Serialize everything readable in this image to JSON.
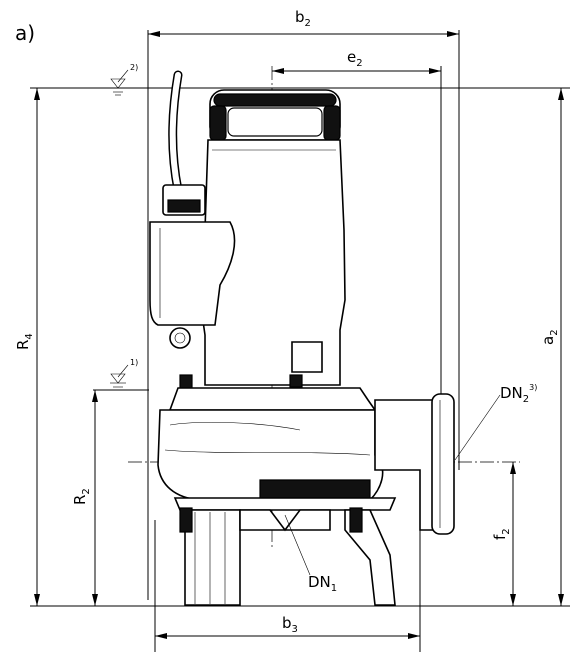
{
  "figure_label": "a)",
  "dimensions": {
    "b2": {
      "main": "b",
      "sub": "2"
    },
    "e2": {
      "main": "e",
      "sub": "2"
    },
    "a2": {
      "main": "a",
      "sub": "2"
    },
    "R4": {
      "main": "R",
      "sub": "4"
    },
    "R2": {
      "main": "R",
      "sub": "2"
    },
    "f2": {
      "main": "f",
      "sub": "2"
    },
    "b3": {
      "main": "b",
      "sub": "3"
    },
    "DN1": {
      "main": "DN",
      "sub": "1"
    },
    "DN2": {
      "main": "DN",
      "sub": "2",
      "sup": "3)"
    }
  },
  "water_levels": [
    {
      "note": "2)"
    },
    {
      "note": "1)"
    }
  ]
}
